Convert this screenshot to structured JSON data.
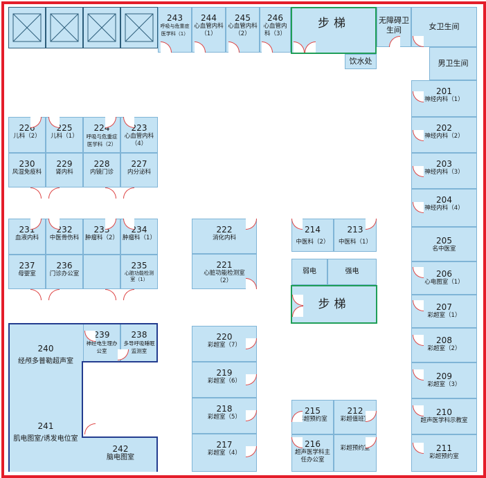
{
  "rooms": {
    "r243": {
      "num": "243",
      "name": "呼吸与危重症医学科（1）"
    },
    "r244": {
      "num": "244",
      "name": "心血管内科（1）"
    },
    "r245": {
      "num": "245",
      "name": "心血管内科（2）"
    },
    "r246": {
      "num": "246",
      "name": "心血管内科（3）"
    },
    "r226": {
      "num": "226",
      "name": "儿科（2）"
    },
    "r225": {
      "num": "225",
      "name": "儿科（1）"
    },
    "r224": {
      "num": "224",
      "name": "呼吸与危重症医学科（2）"
    },
    "r223": {
      "num": "223",
      "name": "心血管内科（4）"
    },
    "r230": {
      "num": "230",
      "name": "风湿免疫科"
    },
    "r229": {
      "num": "229",
      "name": "肾内科"
    },
    "r228": {
      "num": "228",
      "name": "内镜门诊"
    },
    "r227": {
      "num": "227",
      "name": "内分泌科"
    },
    "r231": {
      "num": "231",
      "name": "血液内科"
    },
    "r232": {
      "num": "232",
      "name": "中医骨伤科"
    },
    "r233": {
      "num": "233",
      "name": "肿瘤科（2）"
    },
    "r234": {
      "num": "234",
      "name": "肿瘤科（1）"
    },
    "r237": {
      "num": "237",
      "name": "母婴室"
    },
    "r236": {
      "num": "236",
      "name": "门诊办公室"
    },
    "r235": {
      "num": "235",
      "name": "心脏功能检测室（1）"
    },
    "r222": {
      "num": "222",
      "name": "消化内科"
    },
    "r221": {
      "num": "221",
      "name": "心脏功能检测室（2）"
    },
    "r214": {
      "num": "214",
      "name": "中医科（2）"
    },
    "r213": {
      "num": "213",
      "name": "中医科（1）"
    },
    "r220": {
      "num": "220",
      "name": "彩超室（7）"
    },
    "r219": {
      "num": "219",
      "name": "彩超室（6）"
    },
    "r218": {
      "num": "218",
      "name": "彩超室（5）"
    },
    "r217": {
      "num": "217",
      "name": "彩超室（4）"
    },
    "r215": {
      "num": "215",
      "name": "彩超预约室"
    },
    "r212": {
      "num": "212",
      "name": "彩超值班室"
    },
    "r216": {
      "num": "216",
      "name": "超声医学科主任办公室"
    },
    "r216b": {
      "num": "",
      "name": "彩超预约室"
    },
    "r239": {
      "num": "239",
      "name": "神经电生理办公室"
    },
    "r238": {
      "num": "238",
      "name": "多导呼吸睡眠监测室"
    },
    "r240": {
      "num": "240",
      "name": "经颅多普勒超声室"
    },
    "r241": {
      "num": "241",
      "name": "肌电图室/诱发电位室"
    },
    "r242": {
      "num": "242",
      "name": "脑电图室"
    },
    "r201": {
      "num": "201",
      "name": "神经内科（1）"
    },
    "r202": {
      "num": "202",
      "name": "神经内科（2）"
    },
    "r203": {
      "num": "203",
      "name": "神经内科（3）"
    },
    "r204": {
      "num": "204",
      "name": "神经内科（4）"
    },
    "r205": {
      "num": "205",
      "name": "名中医室"
    },
    "r206": {
      "num": "206",
      "name": "心电图室（1）"
    },
    "r207": {
      "num": "207",
      "name": "彩超室（1）"
    },
    "r208": {
      "num": "208",
      "name": "彩超室（2）"
    },
    "r209": {
      "num": "209",
      "name": "彩超室（3）"
    },
    "r210": {
      "num": "210",
      "name": "超声医学科示教室"
    },
    "r211": {
      "num": "211",
      "name": "彩超预约室"
    }
  },
  "labels": {
    "stair_top": "步梯",
    "stair_mid": "步梯",
    "water": "饮水处",
    "accessible_wc": "无障碍卫生间",
    "women_wc": "女卫生间",
    "men_wc": "男卫生间",
    "weak_power": "弱电",
    "strong_power": "强电"
  },
  "colors": {
    "room_fill": "#c4e3f4",
    "frame": "#e41d2a",
    "stair_border": "#1f9e57",
    "zone_border": "#233c8f"
  }
}
